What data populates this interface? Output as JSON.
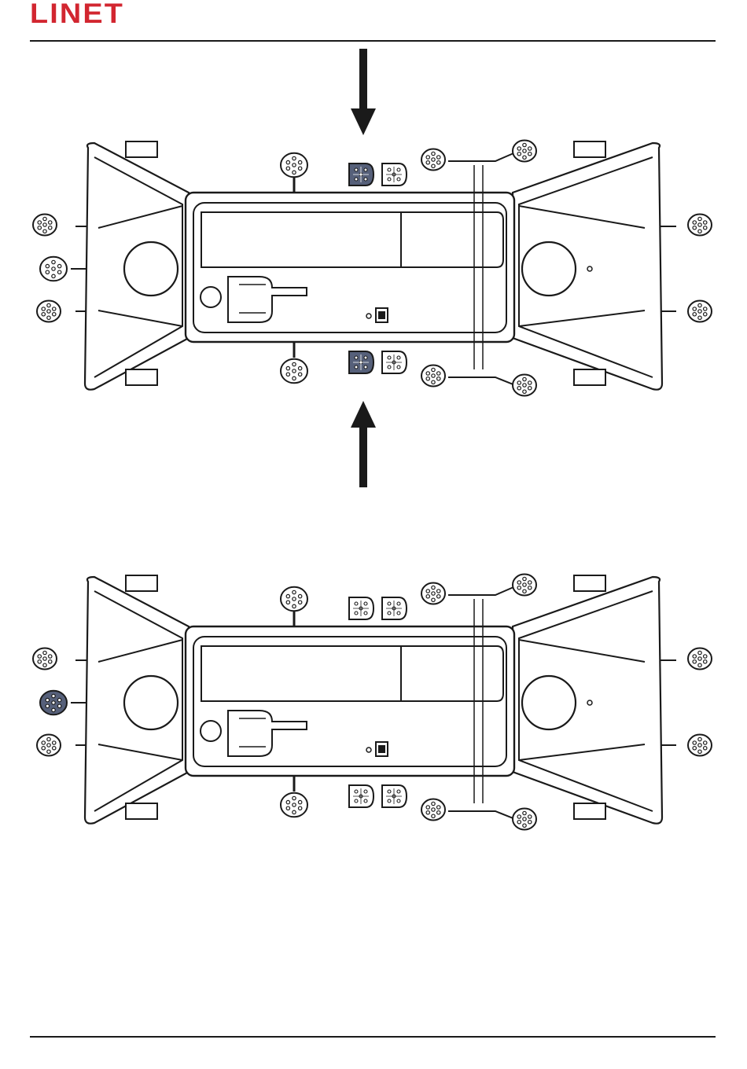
{
  "header": {
    "brand": "LINET"
  },
  "colors": {
    "brand": "#d22630",
    "line": "#1a1a1a",
    "highlight": "#56607a"
  },
  "diagrams": [
    {
      "view": "top",
      "highlighted_controls": [
        "top-center-left-pedal",
        "bottom-center-left-pedal"
      ],
      "arrows": [
        "down",
        "up"
      ]
    },
    {
      "view": "top",
      "highlighted_controls": [
        "left-middle-pedal"
      ],
      "arrows": []
    }
  ]
}
